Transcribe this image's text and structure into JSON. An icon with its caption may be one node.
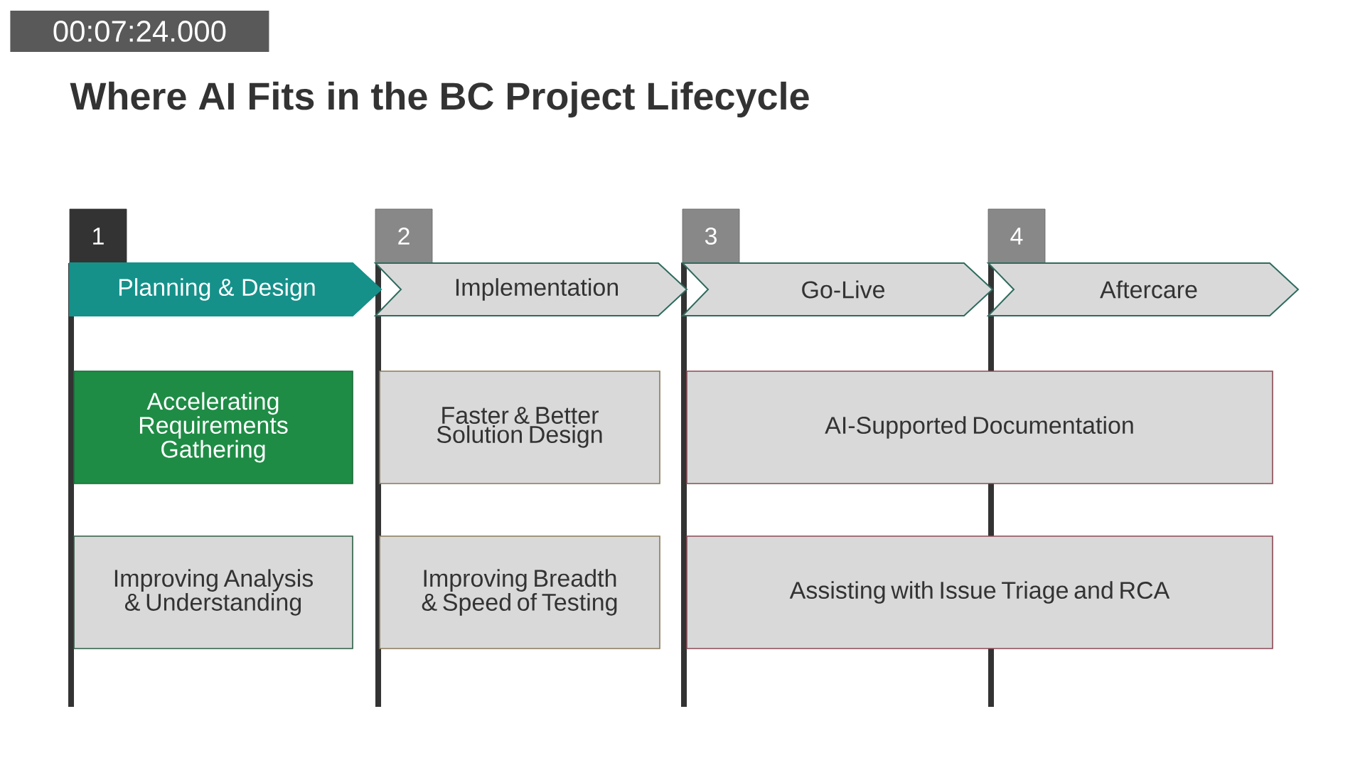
{
  "diagram": {
    "title": "Where AI Fits in the BC Project Lifecycle",
    "nodes": [
      {
        "text": [
          "1"
        ]
      },
      {
        "text": [
          "2"
        ]
      },
      {
        "text": [
          "3"
        ]
      },
      {
        "text": [
          "4"
        ]
      },
      {
        "text": [
          "Planning & Design"
        ]
      },
      {
        "text": [
          "Implementation"
        ]
      },
      {
        "text": [
          "Go-Live"
        ]
      },
      {
        "text": [
          "Aftercare"
        ]
      },
      {
        "text": [
          "Accelerating Requirements Gathering"
        ]
      },
      {
        "text": [
          "Faster & Better Solution Design"
        ]
      },
      {
        "text": [
          "AI-Supported Documentation"
        ]
      },
      {
        "text": [
          "Improving Analysis & Understanding"
        ]
      },
      {
        "text": [
          "Improving Breadth & Speed of Testing"
        ]
      },
      {
        "text": [
          "Assisting with Issue Triage and RCA"
        ]
      }
    ],
    "labels": [
      "00:07:24.000"
    ]
  }
}
